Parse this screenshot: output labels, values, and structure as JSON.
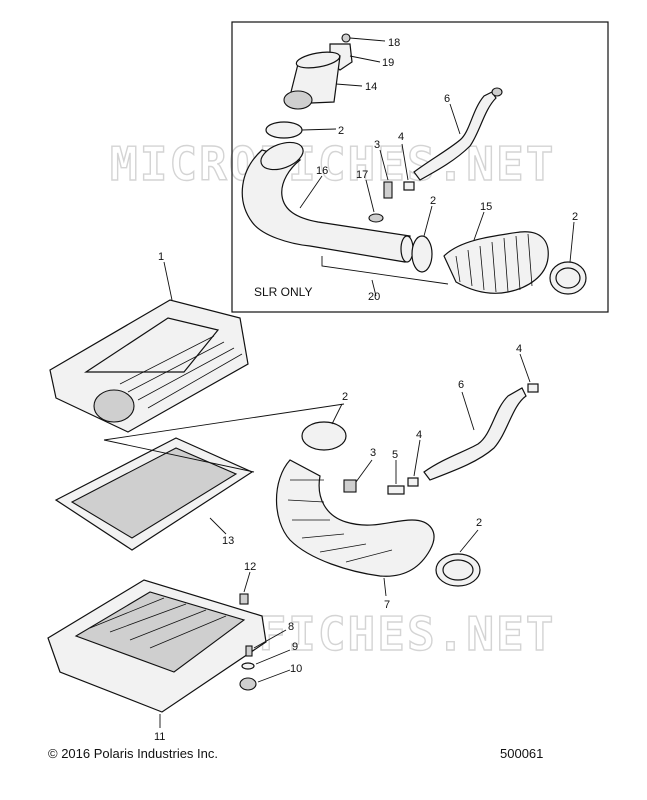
{
  "diagram": {
    "box_label": "SLR ONLY",
    "watermark_text": "MICROFICHES.NET",
    "callouts": {
      "c18": "18",
      "c19": "19",
      "c14": "14",
      "c2a": "2",
      "c6a": "6",
      "c4a": "4",
      "c3a": "3",
      "c16": "16",
      "c17": "17",
      "c2b": "2",
      "c15": "15",
      "c2c": "2",
      "c20": "20",
      "c1": "1",
      "c2d": "2",
      "c4b": "4",
      "c6b": "6",
      "c3b": "3",
      "c5": "5",
      "c4c": "4",
      "c13": "13",
      "c2e": "2",
      "c12": "12",
      "c7": "7",
      "c8": "8",
      "c9": "9",
      "c10": "10",
      "c11": "11"
    }
  },
  "footer": {
    "copyright": "© 2016 Polaris Industries Inc.",
    "diagram_number": "500061"
  }
}
